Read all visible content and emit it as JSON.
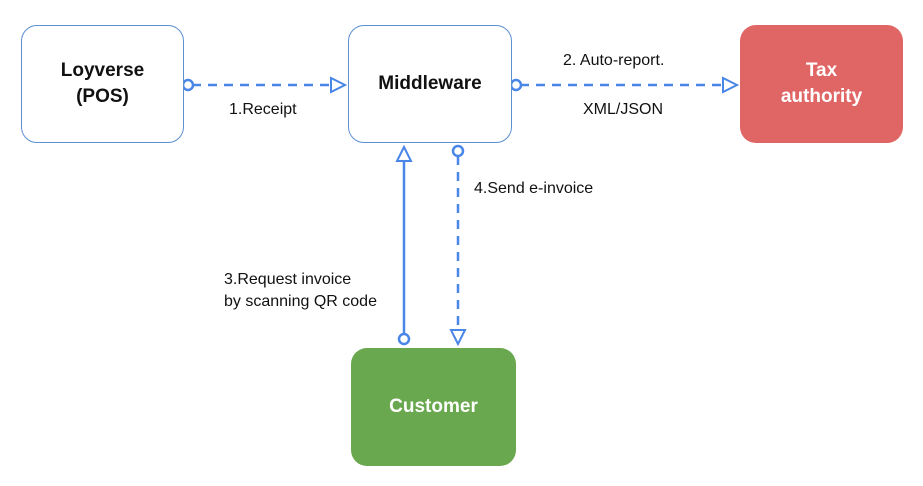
{
  "nodes": {
    "pos": {
      "line1": "Loyverse",
      "line2": "(POS)"
    },
    "middleware": {
      "label": "Middleware"
    },
    "tax": {
      "line1": "Tax",
      "line2": "authority",
      "color": "#e06666"
    },
    "customer": {
      "label": "Customer",
      "color": "#6aa84f"
    }
  },
  "edges": {
    "receipt": {
      "label": "1.Receipt",
      "style": "dashed"
    },
    "auto_report": {
      "line1": "2. Auto-report.",
      "line2": "XML/JSON",
      "style": "dashed"
    },
    "request_invoice": {
      "line1": "3.Request invoice",
      "line2": "by scanning QR code",
      "style": "solid"
    },
    "send_einvoice": {
      "label": "4.Send e-invoice",
      "style": "dashed"
    }
  },
  "colors": {
    "connector": "#4a86e8",
    "node_border": "#5b8fd1"
  }
}
